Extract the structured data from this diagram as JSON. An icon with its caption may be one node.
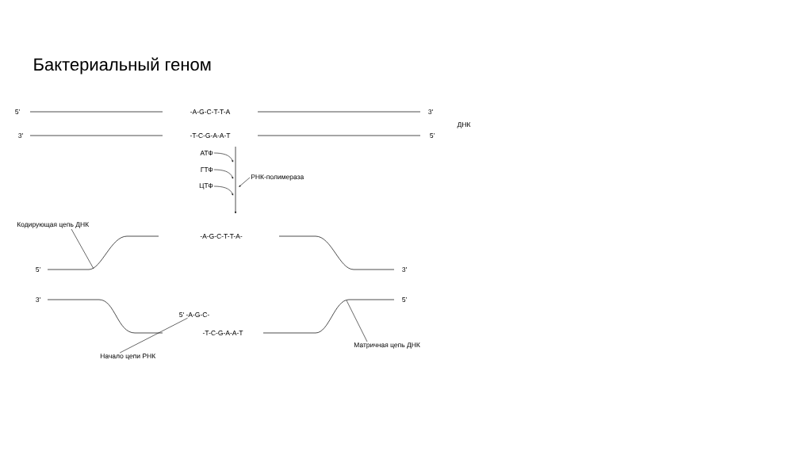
{
  "diagram": {
    "title": "Бактериальный геном",
    "nodes": [
      {
        "text": [
          "АТФ"
        ]
      },
      {
        "text": [
          "ГТФ"
        ]
      },
      {
        "text": [
          "ЦТФ"
        ]
      },
      {
        "text": [
          "РНК-полимераза"
        ]
      },
      {
        "text": [
          "Кодирующая цепь ДНК"
        ]
      },
      {
        "text": [
          "5' -A-G-C-"
        ]
      },
      {
        "text": [
          "Начало цепи РНК"
        ]
      },
      {
        "text": [
          "Матричная цепь ДНК"
        ]
      }
    ],
    "edges": [
      {
        "from": 0,
        "to": null,
        "arrow": "to"
      },
      {
        "from": 1,
        "to": null,
        "arrow": "to"
      },
      {
        "from": 2,
        "to": null,
        "arrow": "to"
      },
      {
        "from": 3,
        "to": null,
        "arrow": "to"
      },
      {
        "from": 4,
        "to": null,
        "arrow": "none"
      },
      {
        "from": 6,
        "to": 5,
        "arrow": "none"
      },
      {
        "from": 7,
        "to": null,
        "arrow": "none"
      }
    ],
    "labels": [
      "5'",
      "-A-G-C-T-T-A",
      "3'",
      "ДНК",
      "3'",
      "-T-C-G-A-A-T",
      "5'",
      "-A-G-C-T-T-A-",
      "5'",
      "3'",
      "3'",
      "5'",
      "-T-C-G-A-A-T"
    ]
  }
}
